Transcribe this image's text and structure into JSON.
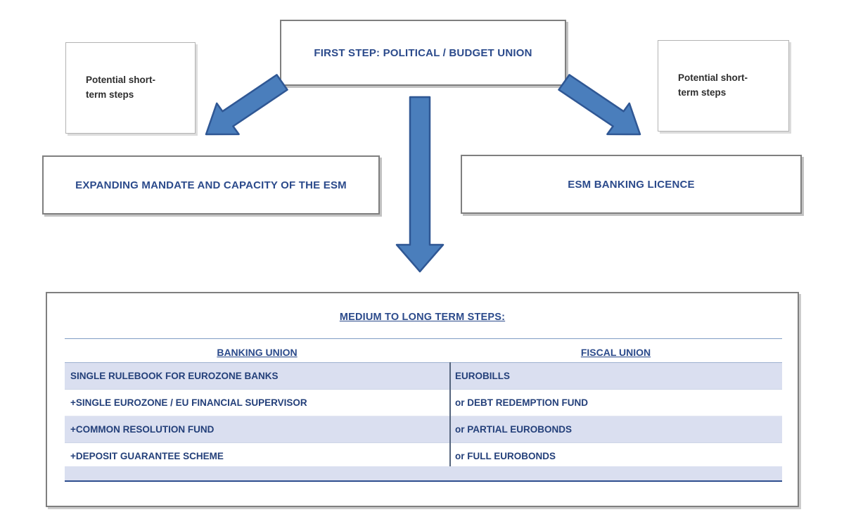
{
  "diagram": {
    "top_box": {
      "label": "FIRST STEP: POLITICAL / BUDGET UNION"
    },
    "left_note": {
      "label": "Potential short-term steps"
    },
    "right_note": {
      "label": "Potential short-term steps"
    },
    "left_box": {
      "label": "EXPANDING MANDATE AND CAPACITY OF THE ESM"
    },
    "right_box": {
      "label": "ESM BANKING LICENCE"
    }
  },
  "table": {
    "title": "MEDIUM TO LONG TERM STEPS:",
    "columns": [
      "BANKING UNION",
      "FISCAL UNION"
    ],
    "rows": [
      [
        "SINGLE RULEBOOK FOR EUROZONE BANKS",
        "EUROBILLS"
      ],
      [
        "+SINGLE EUROZONE / EU FINANCIAL SUPERVISOR",
        "or DEBT REDEMPTION FUND"
      ],
      [
        "+COMMON RESOLUTION FUND",
        "or PARTIAL EUROBONDS"
      ],
      [
        "+DEPOSIT GUARANTEE SCHEME",
        "or FULL EUROBONDS"
      ]
    ]
  },
  "colors": {
    "heading_text": "#2b4a8b",
    "table_text": "#24407a",
    "row_shade": "#dadff0",
    "arrow_fill": "#4a7ebc",
    "arrow_stroke": "#2f5794",
    "box_border": "#7f7f7f",
    "bottom_rule": "#2e4e8e"
  }
}
